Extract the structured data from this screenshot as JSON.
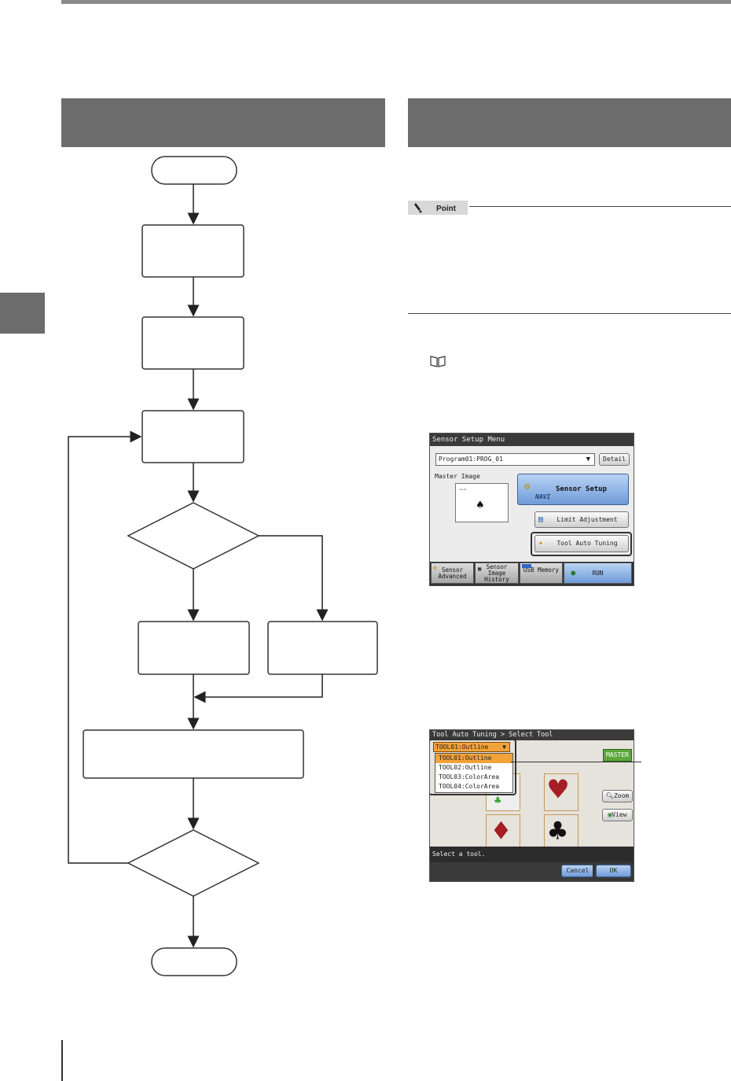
{
  "screen1": {
    "title": "Sensor Setup Menu",
    "program_select": "Program01:PROG_01",
    "detail_label": "Detail",
    "master_image_label": "Master Image",
    "sensor_setup_label": "Sensor Setup",
    "navi_label": "NAVI",
    "limit_adjustment_label": "Limit Adjustment",
    "tool_auto_tuning_label": "Tool Auto Tuning",
    "nav": {
      "sensor_advanced": "Sensor Advanced",
      "sensor_image_history": "Sensor Image History",
      "usb_memory": "USB Memory",
      "run": "RUN"
    }
  },
  "screen2": {
    "title": "Tool Auto Tuning > Select Tool",
    "tool_select": "TOOL01:Outline",
    "tool_options": [
      "TOOL01:Outline",
      "TOOL02:Outline",
      "TOOL03:ColorArea",
      "TOOL04:ColorArea"
    ],
    "master_label": "MASTER",
    "zoom_label": "Zoom",
    "view_label": "View",
    "status_text": "Select a tool.",
    "cancel_label": "Cancel",
    "ok_label": "OK"
  },
  "colors": {
    "header_gray": "#6c6c6c",
    "suit_red": "#a51e24",
    "master_green": "#5aa83a",
    "selected_orange": "#f3a23a"
  }
}
